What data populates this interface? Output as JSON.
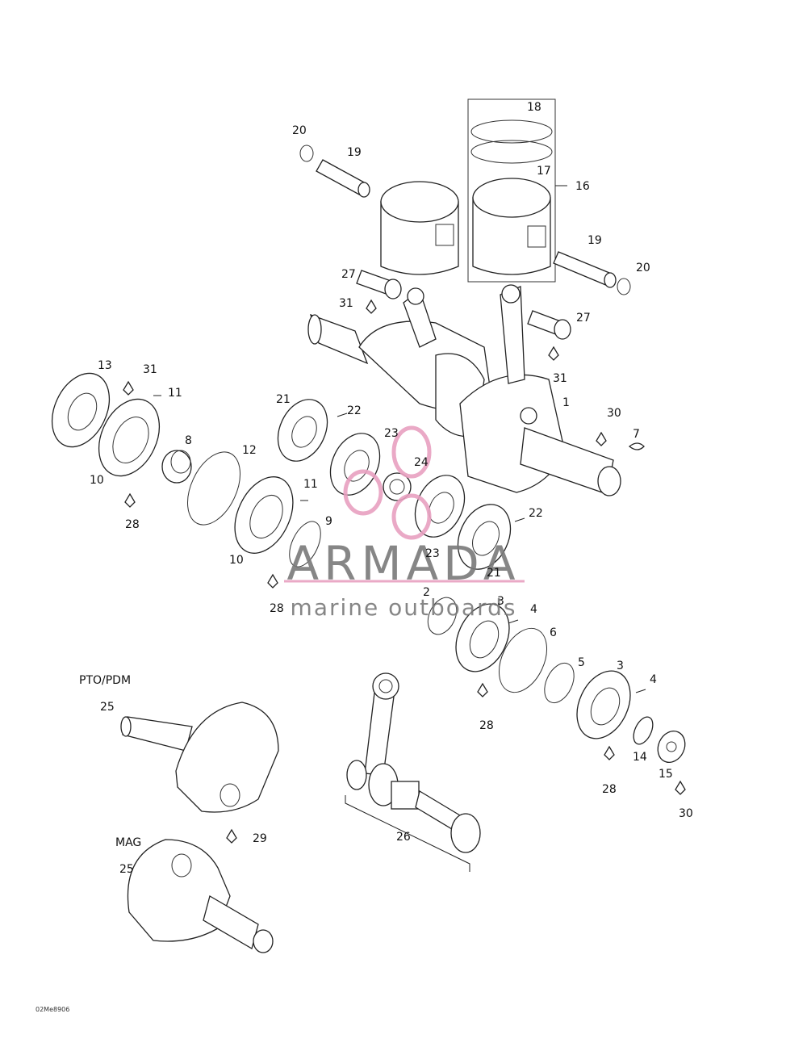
{
  "callouts": {
    "c1": "1",
    "c2": "2",
    "c3a": "3",
    "c3b": "3",
    "c4a": "4",
    "c4b": "4",
    "c5": "5",
    "c6": "6",
    "c7": "7",
    "c8": "8",
    "c9": "9",
    "c10a": "10",
    "c10b": "10",
    "c11a": "11",
    "c11b": "11",
    "c12": "12",
    "c13": "13",
    "c14": "14",
    "c15": "15",
    "c16": "16",
    "c17": "17",
    "c18": "18",
    "c19a": "19",
    "c19b": "19",
    "c20a": "20",
    "c20b": "20",
    "c21a": "21",
    "c21b": "21",
    "c22a": "22",
    "c22b": "22",
    "c23a": "23",
    "c23b": "23",
    "c24": "24",
    "c25a": "25",
    "c25b": "25",
    "c26": "26",
    "c27a": "27",
    "c27b": "27",
    "c28a": "28",
    "c28b": "28",
    "c28c": "28",
    "c28d": "28",
    "c29": "29",
    "c30a": "30",
    "c30b": "30",
    "c31a": "31",
    "c31b": "31",
    "c31c": "31"
  },
  "sections": {
    "pto": "PTO/PDM",
    "mag": "MAG"
  },
  "figure_code": "02Me8906",
  "watermark": {
    "title": "ARMADA",
    "subtitle": "marine outboards",
    "color_text": "#7a7a7a",
    "color_accent": "#e8a0c0"
  }
}
